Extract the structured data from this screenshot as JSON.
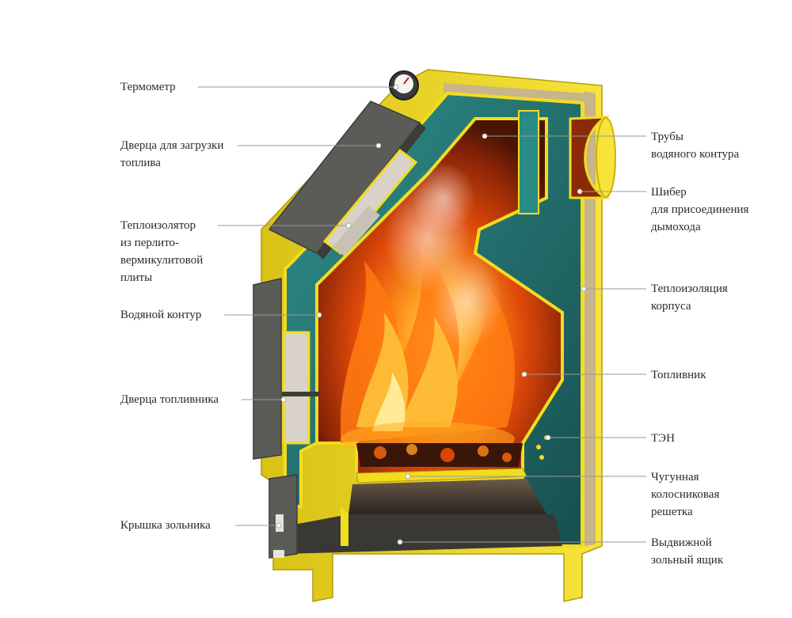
{
  "labels": {
    "thermometer": [
      "Термометр"
    ],
    "fuel_door": [
      "Дверца для загрузки",
      "топлива"
    ],
    "insulator": [
      "Теплоизолятор",
      "из перлито-",
      "вермикулитовой",
      "плиты"
    ],
    "water_circuit": [
      "Водяной контур"
    ],
    "firebox_door": [
      "Дверца топливника"
    ],
    "ash_cover": [
      "Крышка зольника"
    ],
    "pipes": [
      "Трубы",
      "водяного контура"
    ],
    "damper": [
      "Шибер",
      "для присоединения",
      "дымохода"
    ],
    "body_insulation": [
      "Теплоизоляция",
      "корпуса"
    ],
    "firebox": [
      "Топливник"
    ],
    "heater": [
      "ТЭН"
    ],
    "grate": [
      "Чугунная",
      "колосниковая",
      "решетка"
    ],
    "ash_drawer": [
      "Выдвижной",
      "зольный ящик"
    ]
  },
  "colors": {
    "body_yellow": "#f2dc1e",
    "body_shade": "#c9b20f",
    "door_gray": "#5b5b58",
    "water_teal": "#1f6d6d",
    "water_teal_light": "#2f8f8a",
    "fire_orange": "#e8530c",
    "fire_yellow": "#ffd23a",
    "firebox_dark": "#5a1a05",
    "insulation_tan": "#c8b58a",
    "leader_line": "#9a9a9a"
  }
}
